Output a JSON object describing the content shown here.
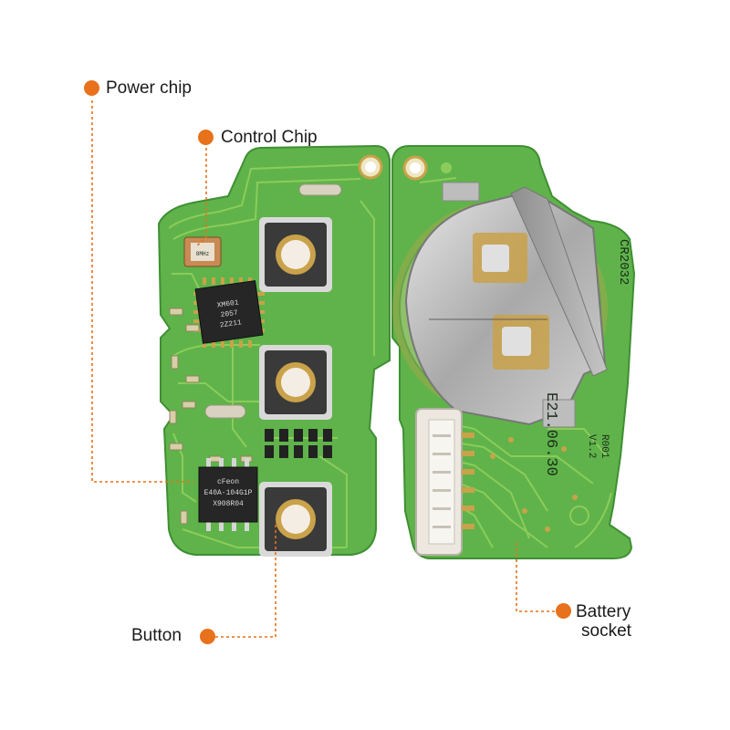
{
  "labels": {
    "power_chip": "Power chip",
    "control_chip": "Control Chip",
    "button": "Button",
    "battery_socket_line1": "Battery",
    "battery_socket_line2": "socket"
  },
  "chip_markings": {
    "control_chip_l1": "XM601",
    "control_chip_l2": "2057",
    "control_chip_l3": "2Z211",
    "power_chip_l1": "cFeon",
    "power_chip_l2": "E40A-104G1P",
    "power_chip_l3": "X908R04",
    "crystal": "8MHz"
  },
  "board_markings": {
    "cell_model": "CR2032",
    "date_code": "E21.06.30",
    "board_rev": "R001",
    "board_ver": "V1.2"
  },
  "colors": {
    "callout_dot": "#e8711c",
    "callout_line": "#e8711c",
    "pcb_green": "#5fb34a",
    "pcb_trace": "#8ccc5a",
    "gold_pad": "#c9a24a",
    "button_body": "#3a3a3a",
    "battery_metal": "#b8b8b8"
  },
  "icons": {
    "callout_marker": "orange-dot-icon"
  }
}
